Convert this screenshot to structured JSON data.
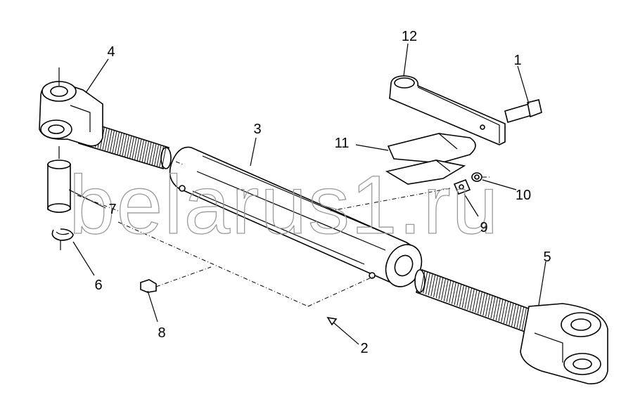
{
  "diagram": {
    "watermark": "belarus1.ru",
    "callouts": [
      {
        "id": "1",
        "label": "1",
        "part": "bolt"
      },
      {
        "id": "2",
        "label": "2",
        "part": "turnbuckle-assembly"
      },
      {
        "id": "3",
        "label": "3",
        "part": "turnbuckle-tube"
      },
      {
        "id": "4",
        "label": "4",
        "part": "fork-left"
      },
      {
        "id": "5",
        "label": "5",
        "part": "fork-right"
      },
      {
        "id": "6",
        "label": "6",
        "part": "retaining-ring"
      },
      {
        "id": "7",
        "label": "7",
        "part": "pin"
      },
      {
        "id": "8",
        "label": "8",
        "part": "grease-fitting"
      },
      {
        "id": "9",
        "label": "9",
        "part": "nut"
      },
      {
        "id": "10",
        "label": "10",
        "part": "washer"
      },
      {
        "id": "11",
        "label": "11",
        "part": "spring-clip"
      },
      {
        "id": "12",
        "label": "12",
        "part": "handle"
      }
    ]
  }
}
